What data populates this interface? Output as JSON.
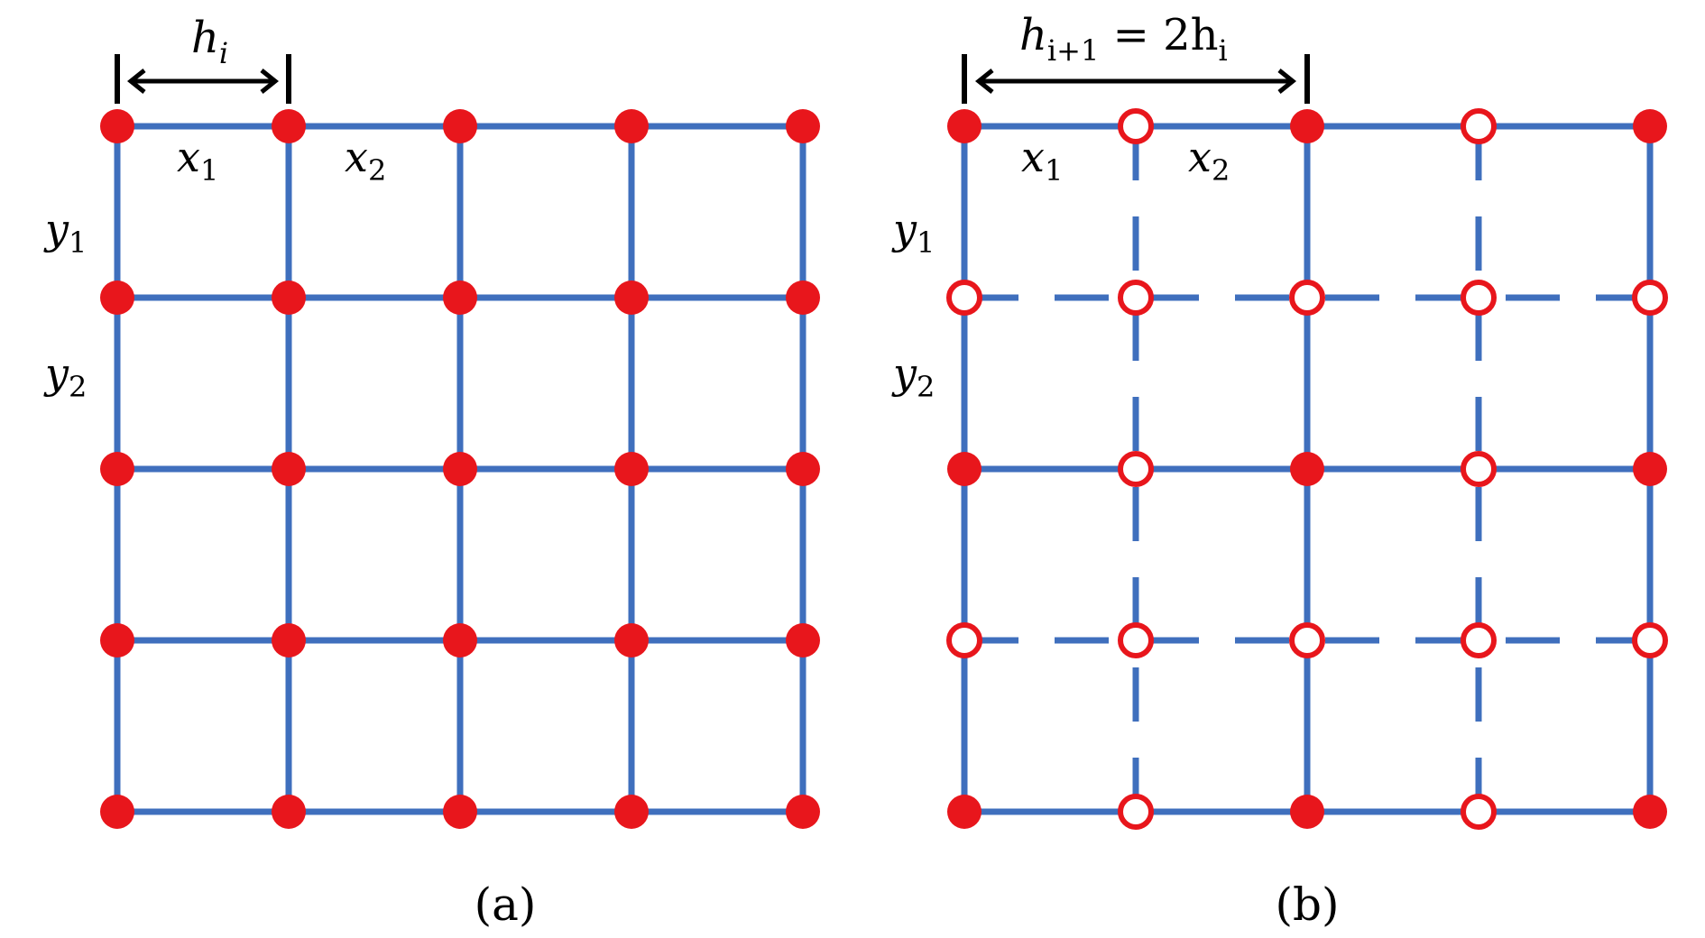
{
  "colors": {
    "edge": "#3f6fbd",
    "node": "#e8161c",
    "bracket": "#000000",
    "background": "#ffffff"
  },
  "panels": [
    {
      "id": "a",
      "caption": "(a)",
      "spacing_label": {
        "main": "h",
        "sub": "i",
        "rest": ""
      },
      "labels": {
        "x1": {
          "main": "x",
          "sub": "1"
        },
        "x2": {
          "main": "x",
          "sub": "2"
        },
        "y1": {
          "main": "y",
          "sub": "1"
        },
        "y2": {
          "main": "y",
          "sub": "2"
        }
      },
      "grid_size": 5,
      "dashed_rows": [],
      "dashed_cols": [],
      "hollow_pattern": "none"
    },
    {
      "id": "b",
      "caption": "(b)",
      "spacing_label": {
        "main": "h",
        "sub": "i+1",
        "rest": " = 2h",
        "rest_sub": "i"
      },
      "labels": {
        "x1": {
          "main": "x",
          "sub": "1"
        },
        "x2": {
          "main": "x",
          "sub": "2"
        },
        "y1": {
          "main": "y",
          "sub": "1"
        },
        "y2": {
          "main": "y",
          "sub": "2"
        }
      },
      "grid_size": 5,
      "dashed_rows": [
        1,
        3
      ],
      "dashed_cols": [
        1,
        3
      ],
      "hollow_pattern": "odd-row-or-col"
    }
  ]
}
